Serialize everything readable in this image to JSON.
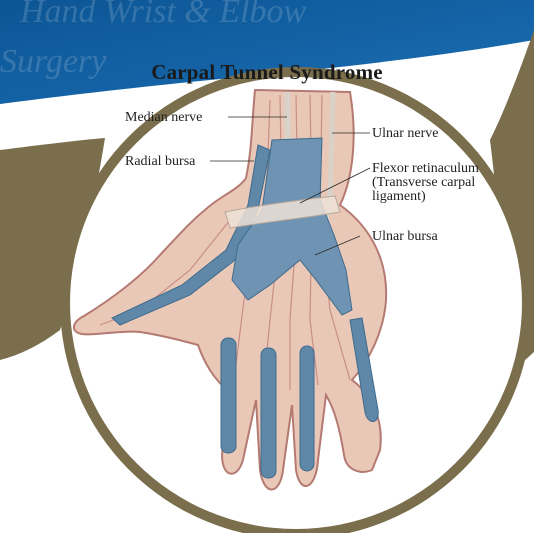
{
  "title": "Carpal Tunnel Syndrome",
  "banner_watermark": [
    "Hand Wrist & Elbow",
    "Surgery"
  ],
  "labels": {
    "median_nerve": "Median nerve",
    "radial_bursa": "Radial bursa",
    "ulnar_nerve": "Ulnar nerve",
    "flexor_retinaculum_1": "Flexor retinaculum",
    "flexor_retinaculum_2": "(Transverse carpal",
    "flexor_retinaculum_3": "ligament)",
    "ulnar_bursa": "Ulnar bursa"
  },
  "colors": {
    "banner_blue": "#0b5b9e",
    "frame_olive": "#7a6e4c",
    "bursa_blue": "#5f88a8",
    "skin": "#e9c8b8",
    "skin_edge": "#b47a72"
  }
}
